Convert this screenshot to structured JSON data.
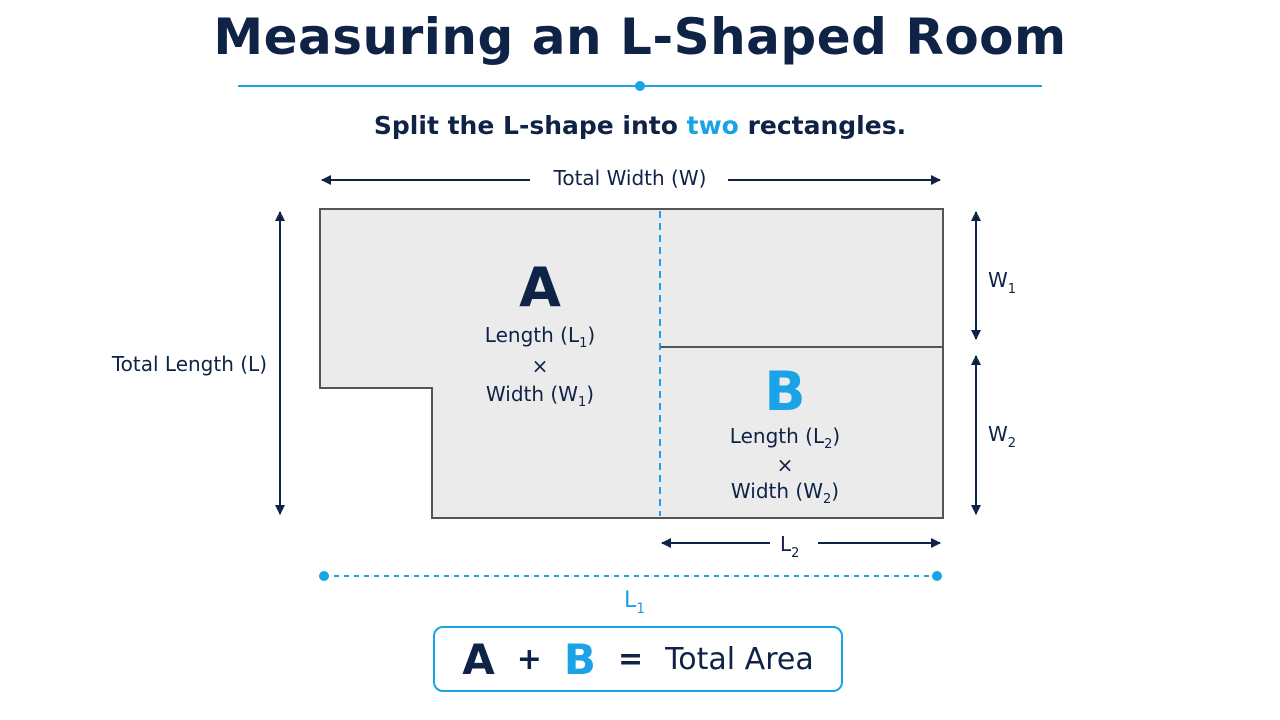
{
  "title": "Measuring an L-Shaped Room",
  "subtitle": {
    "before": "Split the L-shape into ",
    "highlight": "two",
    "after": " rectangles."
  },
  "labels": {
    "total_width": "Total Width (W)",
    "total_length": "Total Length (L)",
    "w1_main": "W",
    "w1_sub": "1",
    "w2_main": "W",
    "w2_sub": "2",
    "l2_main": "L",
    "l2_sub": "2",
    "l1_main": "L",
    "l1_sub": "1"
  },
  "section_a": {
    "letter": "A",
    "length_main": "Length (L",
    "length_sub": "1",
    "length_close": ")",
    "times": "×",
    "width_main": "Width (W",
    "width_sub": "1",
    "width_close": ")"
  },
  "section_b": {
    "letter": "B",
    "length_main": "Length (L",
    "length_sub": "2",
    "length_close": ")",
    "times": "×",
    "width_main": "Width (W",
    "width_sub": "2",
    "width_close": ")"
  },
  "equation": {
    "a": "A",
    "plus": "+",
    "b": "B",
    "equals": "=",
    "result": "Total Area"
  },
  "colors": {
    "navy": "#0f2347",
    "accent": "#1aa3e6",
    "room_fill": "#ebebeb",
    "room_stroke": "#555555"
  }
}
